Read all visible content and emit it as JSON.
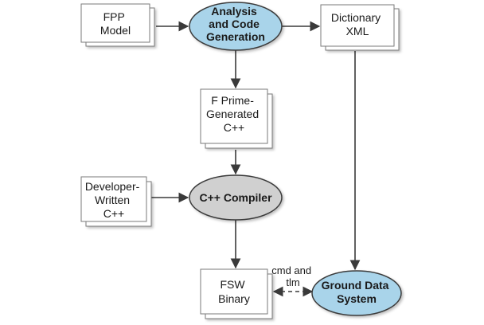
{
  "nodes": {
    "fpp_model": {
      "lines": [
        "FPP",
        "Model"
      ]
    },
    "analysis": {
      "lines": [
        "Analysis",
        "and Code",
        "Generation"
      ]
    },
    "dictionary": {
      "lines": [
        "Dictionary",
        "XML"
      ]
    },
    "fprime_generated": {
      "lines": [
        "F Prime-",
        "Generated",
        "C++"
      ]
    },
    "developer_written": {
      "lines": [
        "Developer-",
        "Written",
        "C++"
      ]
    },
    "compiler": {
      "lines": [
        "C++ Compiler"
      ]
    },
    "fsw_binary": {
      "lines": [
        "FSW",
        "Binary"
      ]
    },
    "gds": {
      "lines": [
        "Ground Data",
        "System"
      ]
    }
  },
  "edges": {
    "cmd_tlm": {
      "lines": [
        "cmd and",
        "tlm"
      ]
    }
  },
  "colors": {
    "ellipse_blue": "#a9d4ea",
    "ellipse_gray": "#d0d0d0",
    "stroke": "#3a3a3a"
  }
}
